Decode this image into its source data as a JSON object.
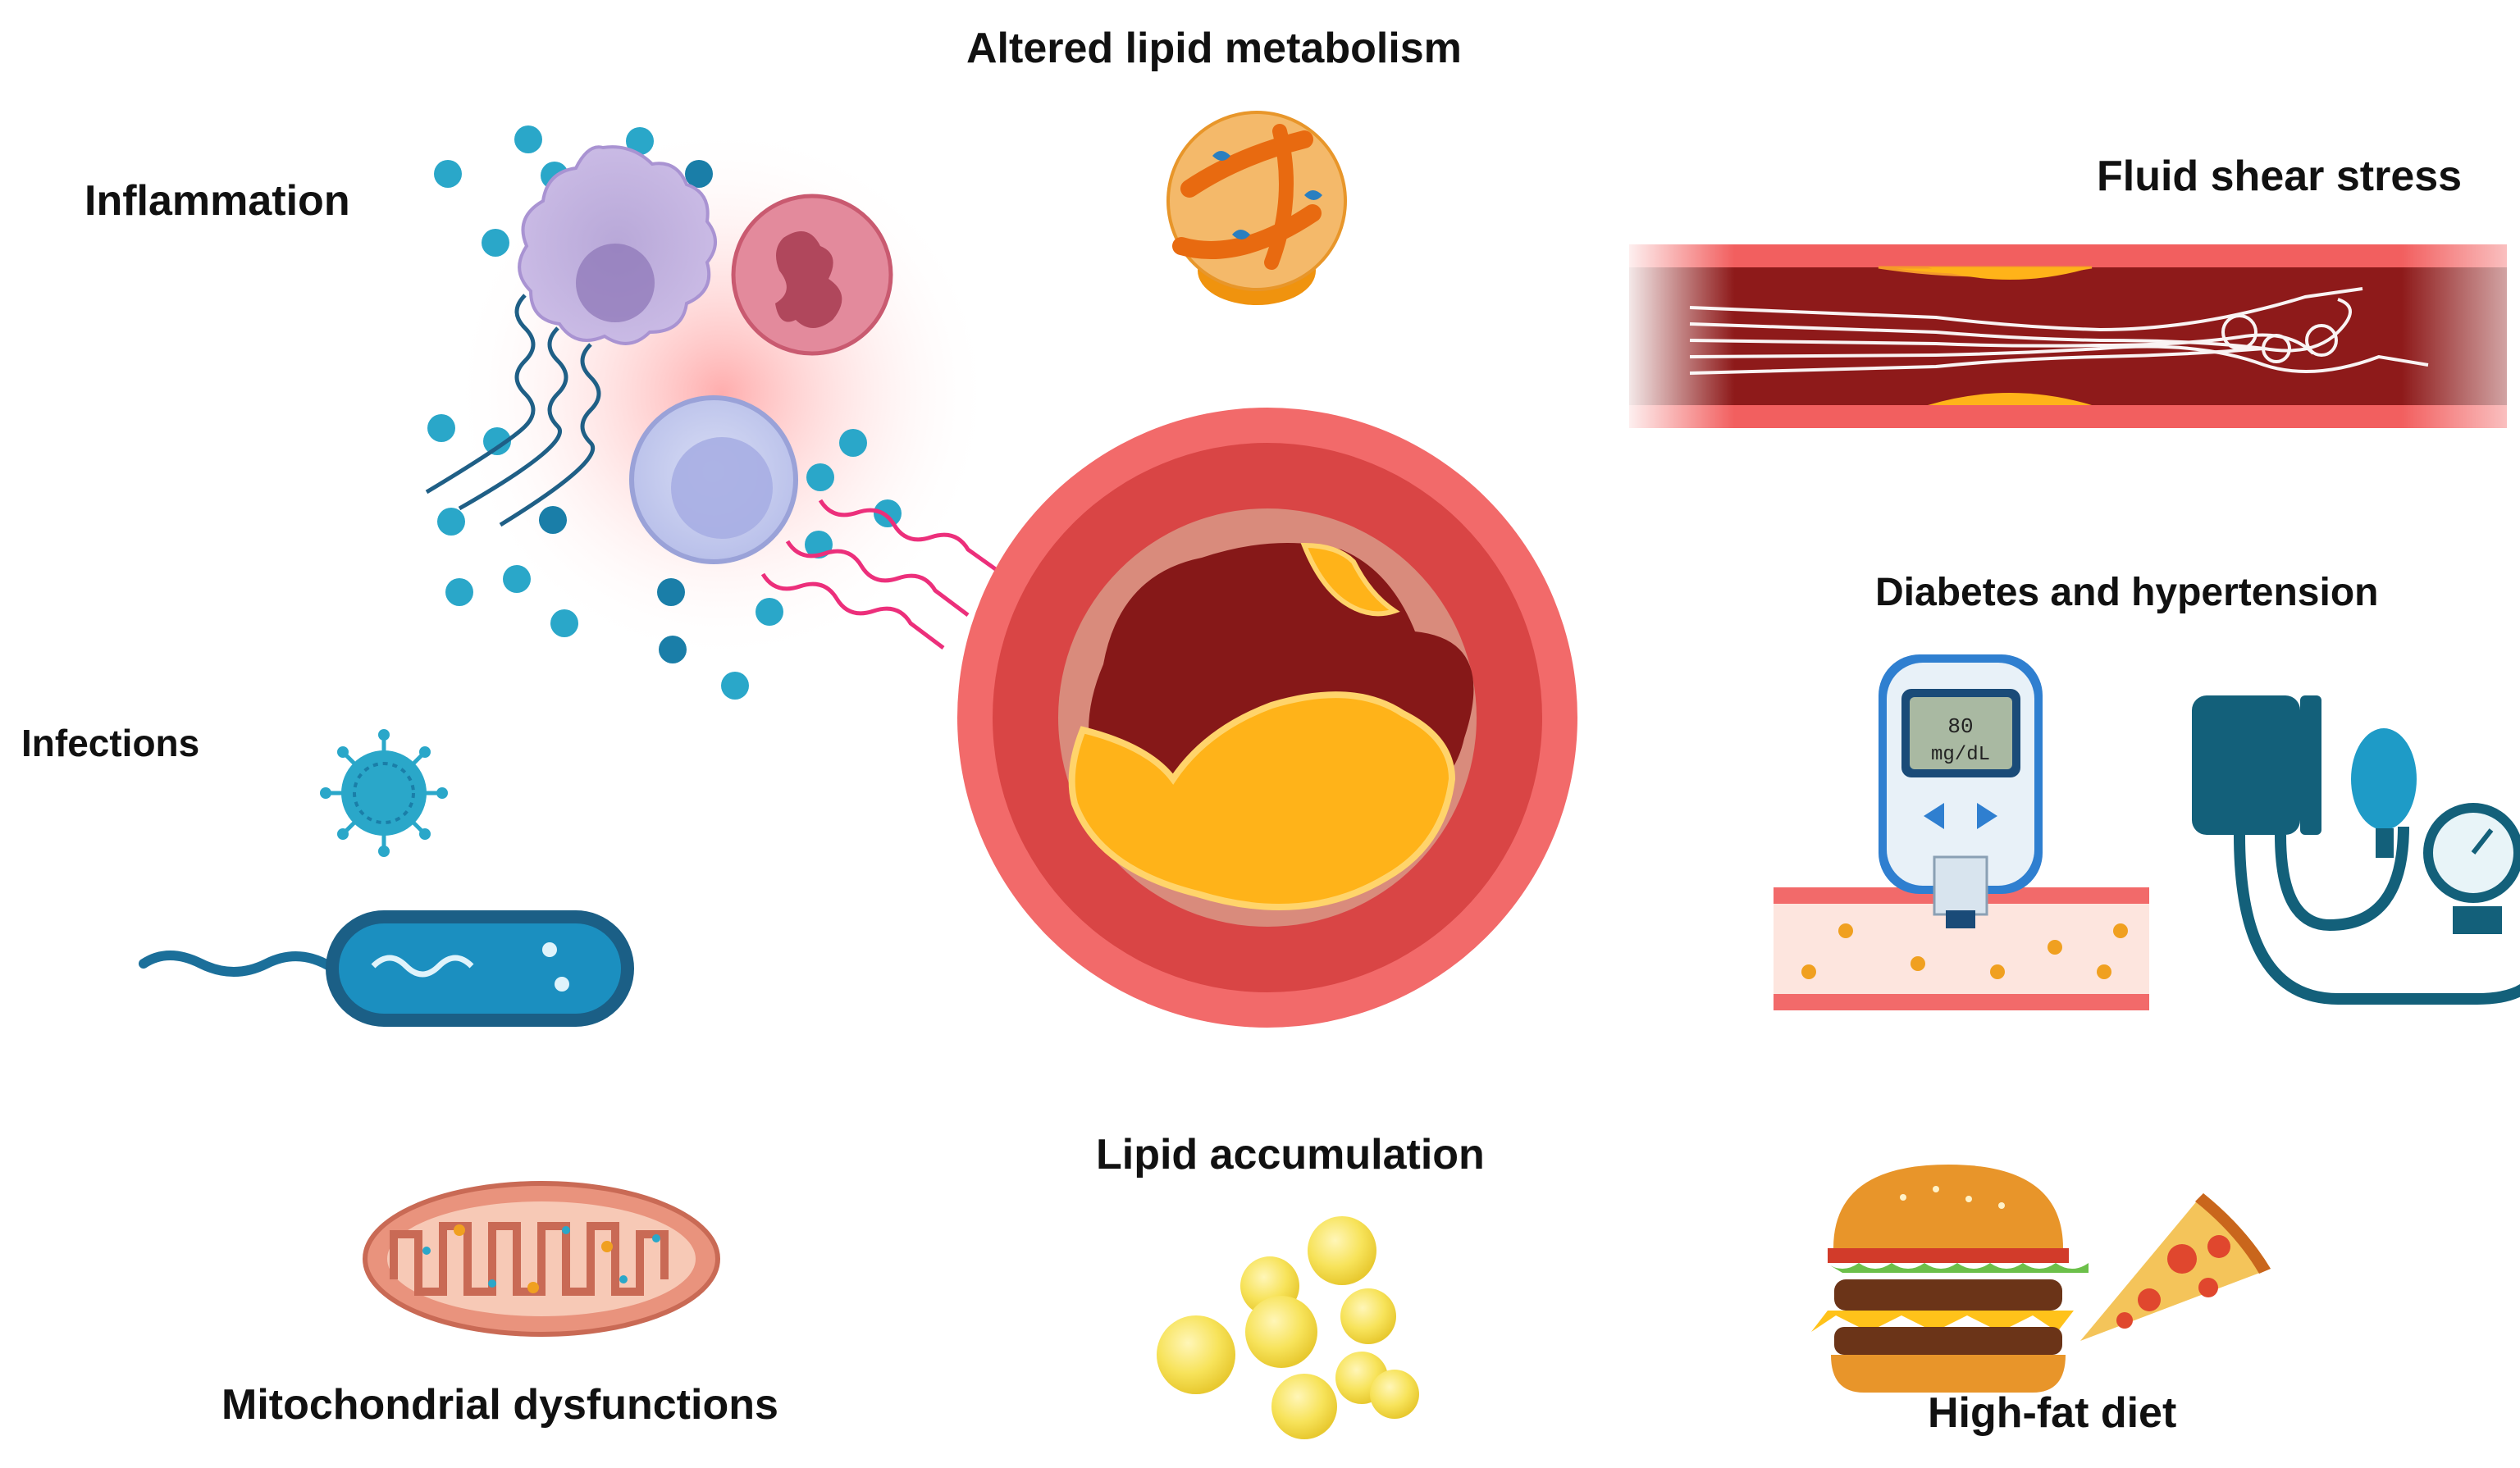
{
  "labels": {
    "inflammation": "Inflammation",
    "altered_lipid": "Altered lipid metabolism",
    "fluid_shear": "Fluid shear stress",
    "diabetes_hypertension": "Diabetes and hypertension",
    "infections": "Infections",
    "mitochondrial": "Mitochondrial dysfunctions",
    "lipid_accumulation": "Lipid accumulation",
    "high_fat_diet": "High-fat diet"
  },
  "glucometer": {
    "reading_value": "80",
    "reading_unit": "mg/dL"
  },
  "colors": {
    "vessel_outer": "#f26a6a",
    "vessel_inner": "#d94545",
    "thrombus": "#861818",
    "plaque": "#ffb319",
    "immune_dot": "#2aa7c9",
    "microbe": "#1b8fc0"
  }
}
